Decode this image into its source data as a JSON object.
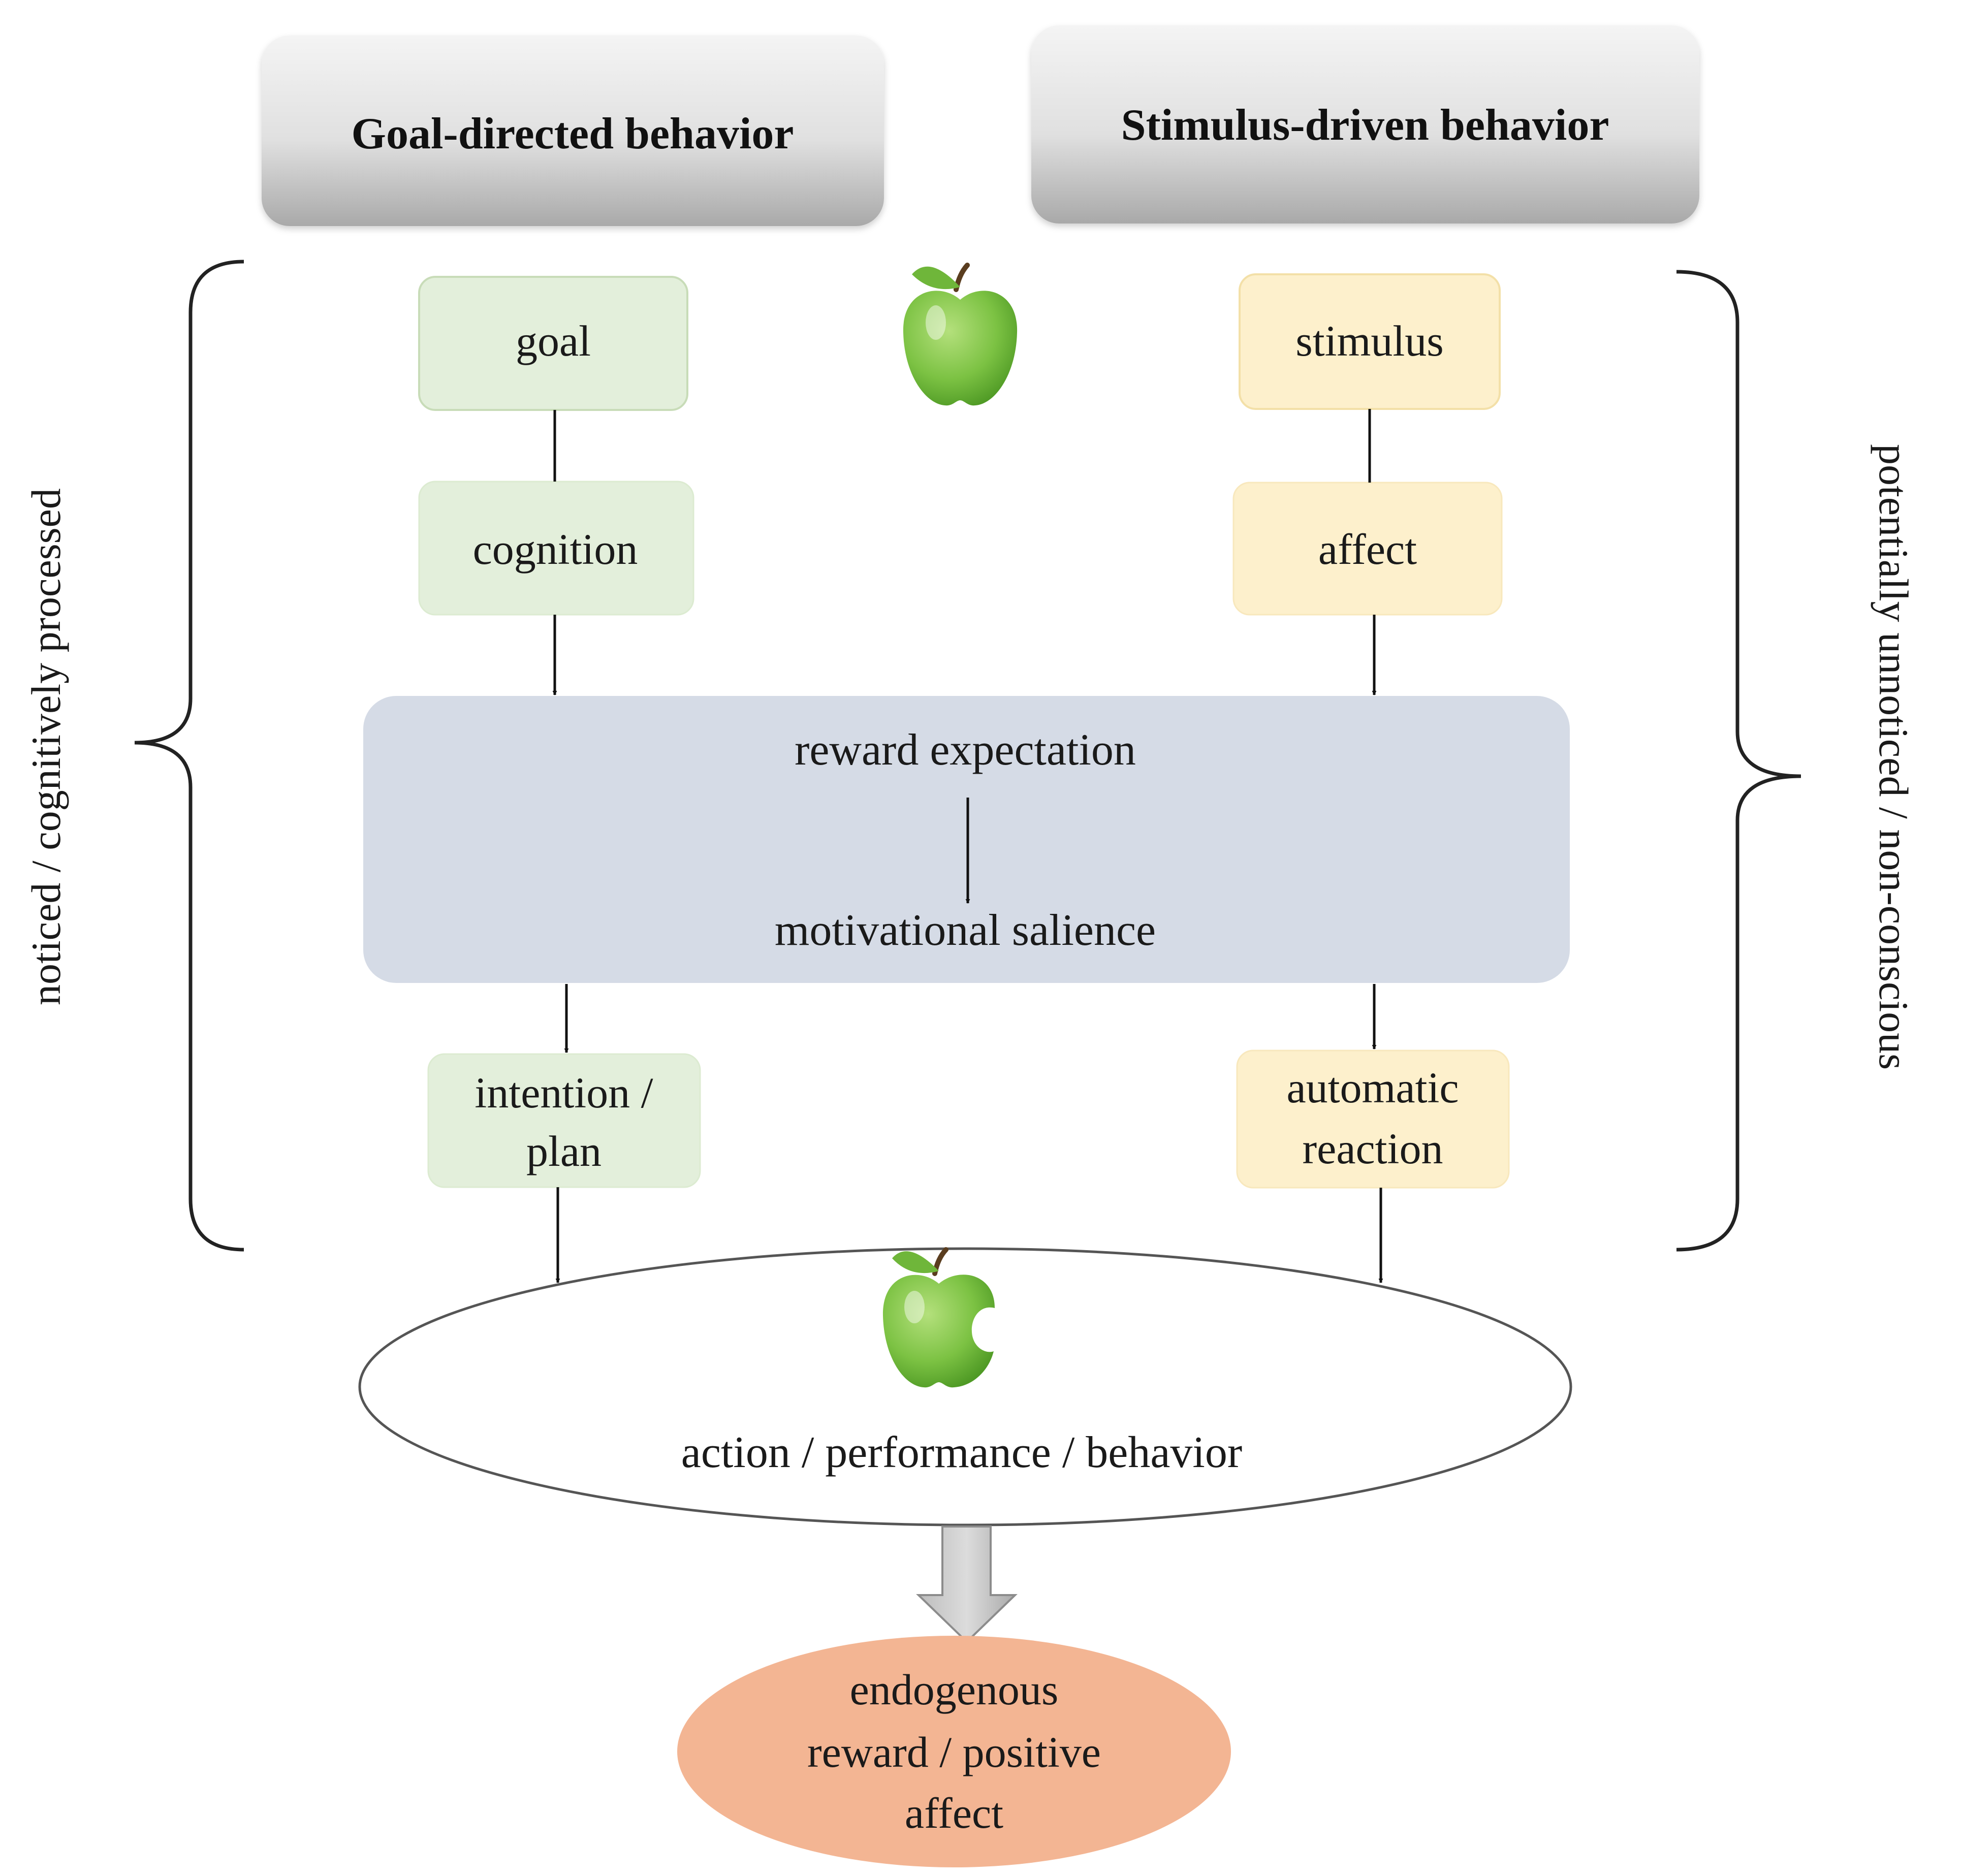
{
  "headers": {
    "left": "Goal-directed behavior",
    "right": "Stimulus-driven behavior"
  },
  "side_labels": {
    "left": "noticed / cognitively processed",
    "right": "potentially unnoticed / non-conscious"
  },
  "goal_path": {
    "goal": "goal",
    "cognition": "cognition",
    "intention_line1": "intention /",
    "intention_line2": "plan"
  },
  "stimulus_path": {
    "stimulus": "stimulus",
    "affect": "affect",
    "automatic_line1": "automatic",
    "automatic_line2": "reaction"
  },
  "central": {
    "reward_expectation": "reward expectation",
    "motivational_salience": "motivational salience"
  },
  "action": "action / performance / behavior",
  "outcome": {
    "line1": "endogenous",
    "line2": "reward / positive",
    "line3": "affect"
  },
  "icons": {
    "top": "green-apple-icon",
    "bottom": "bitten-apple-icon"
  },
  "colors": {
    "goal_box": "#e3efdb",
    "goal_border": "#c8dcb8",
    "stimulus_box": "#fdf0cc",
    "stimulus_border": "#f3e0a8",
    "central_box": "#d5dbe6",
    "outcome": "#f3b593",
    "apple": "#7cc243"
  }
}
